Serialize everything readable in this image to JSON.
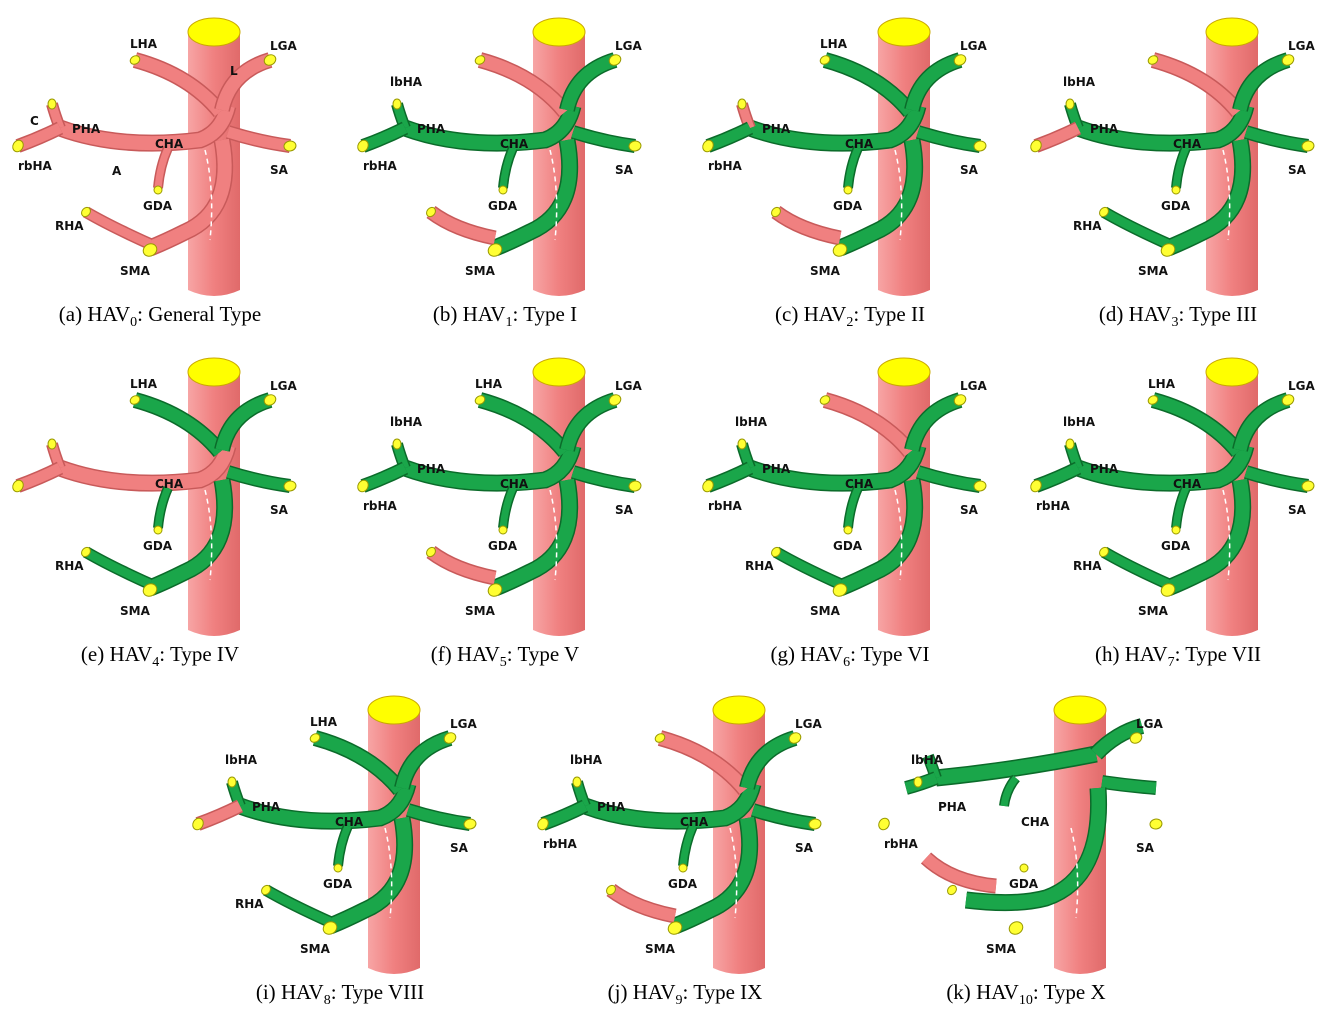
{
  "colors": {
    "aorta": "#f08080",
    "aorta_cap": "#ffff00",
    "artery_pink": "#f08080",
    "artery_green": "#1aa64a",
    "green_dark": "#0b6b2a",
    "end_cap": "#ffff33"
  },
  "panels": [
    {
      "id": "a",
      "prefix": "(a) ",
      "name": "HAV",
      "sub": "0",
      "suffix": ": General Type",
      "labels": {
        "lha": "LHA",
        "lga": "LGA",
        "pha": "PHA",
        "cha": "CHA",
        "rbha": "rbHA",
        "sa": "SA",
        "gda": "GDA",
        "rha": "RHA",
        "sma": "SMA",
        "c": "C",
        "a": "A",
        "l": "L"
      }
    },
    {
      "id": "b",
      "prefix": "(b) ",
      "name": "HAV",
      "sub": "1",
      "suffix": ": Type I",
      "labels": {
        "lbha": "lbHA",
        "lga": "LGA",
        "pha": "PHA",
        "cha": "CHA",
        "rbha": "rbHA",
        "sa": "SA",
        "gda": "GDA",
        "sma": "SMA"
      }
    },
    {
      "id": "c",
      "prefix": "(c) ",
      "name": "HAV",
      "sub": "2",
      "suffix": ": Type II",
      "labels": {
        "lha": "LHA",
        "lga": "LGA",
        "pha": "PHA",
        "cha": "CHA",
        "rbha": "rbHA",
        "sa": "SA",
        "gda": "GDA",
        "sma": "SMA"
      }
    },
    {
      "id": "d",
      "prefix": "(d) ",
      "name": "HAV",
      "sub": "3",
      "suffix": ": Type III",
      "labels": {
        "lbha": "lbHA",
        "lga": "LGA",
        "pha": "PHA",
        "cha": "CHA",
        "sa": "SA",
        "gda": "GDA",
        "rha": "RHA",
        "sma": "SMA"
      }
    },
    {
      "id": "e",
      "prefix": "(e) ",
      "name": "HAV",
      "sub": "4",
      "suffix": ": Type IV",
      "labels": {
        "lha": "LHA",
        "lga": "LGA",
        "cha": "CHA",
        "sa": "SA",
        "gda": "GDA",
        "rha": "RHA",
        "sma": "SMA"
      }
    },
    {
      "id": "f",
      "prefix": "(f) ",
      "name": "HAV",
      "sub": "5",
      "suffix": ": Type V",
      "labels": {
        "lha": "LHA",
        "lbha": "lbHA",
        "lga": "LGA",
        "pha": "PHA",
        "cha": "CHA",
        "rbha": "rbHA",
        "sa": "SA",
        "gda": "GDA",
        "sma": "SMA"
      }
    },
    {
      "id": "g",
      "prefix": "(g) ",
      "name": "HAV",
      "sub": "6",
      "suffix": ": Type VI",
      "labels": {
        "lbha": "lbHA",
        "lga": "LGA",
        "pha": "PHA",
        "cha": "CHA",
        "rbha": "rbHA",
        "sa": "SA",
        "gda": "GDA",
        "rha": "RHA",
        "sma": "SMA"
      }
    },
    {
      "id": "h",
      "prefix": "(h) ",
      "name": "HAV",
      "sub": "7",
      "suffix": ": Type VII",
      "labels": {
        "lha": "LHA",
        "lbha": "lbHA",
        "lga": "LGA",
        "pha": "PHA",
        "cha": "CHA",
        "rbha": "rbHA",
        "sa": "SA",
        "gda": "GDA",
        "rha": "RHA",
        "sma": "SMA"
      }
    },
    {
      "id": "i",
      "prefix": "(i) ",
      "name": "HAV",
      "sub": "8",
      "suffix": ": Type VIII",
      "labels": {
        "lha": "LHA",
        "lbha": "lbHA",
        "lga": "LGA",
        "pha": "PHA",
        "cha": "CHA",
        "sa": "SA",
        "gda": "GDA",
        "rha": "RHA",
        "sma": "SMA"
      }
    },
    {
      "id": "j",
      "prefix": "(j) ",
      "name": "HAV",
      "sub": "9",
      "suffix": ": Type IX",
      "labels": {
        "lbha": "lbHA",
        "lga": "LGA",
        "pha": "PHA",
        "cha": "CHA",
        "rbha": "rbHA",
        "sa": "SA",
        "gda": "GDA",
        "sma": "SMA"
      }
    },
    {
      "id": "k",
      "prefix": "(k) ",
      "name": "HAV",
      "sub": "10",
      "suffix": ": Type X",
      "labels": {
        "lbha": "lbHA",
        "lga": "LGA",
        "pha": "PHA",
        "cha": "CHA",
        "rbha": "rbHA",
        "sa": "SA",
        "gda": "GDA",
        "sma": "SMA"
      }
    }
  ]
}
